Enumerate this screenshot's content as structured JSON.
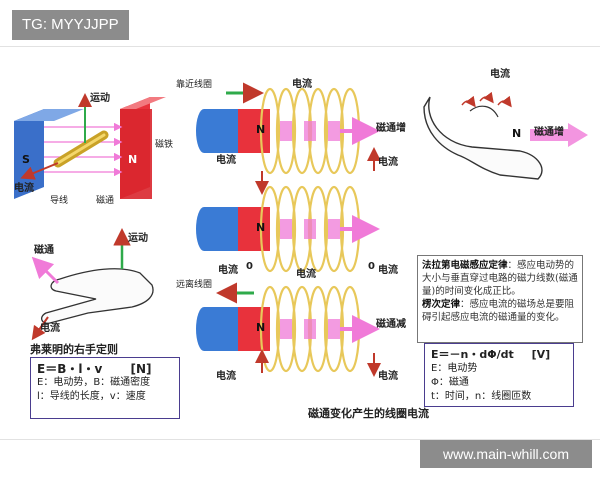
{
  "watermarks": {
    "top": "TG: MYYJJPP",
    "bottom": "www.main-whill.com"
  },
  "colors": {
    "coil": "#e8c85a",
    "magnet_red": "#e8323c",
    "magnet_blue": "#3a7bd5",
    "arrow_red": "#c0392b",
    "arrow_green": "#2eaa4a",
    "flux_pink": "#f07ad8",
    "box_border": "#4a3d8f"
  },
  "generator": {
    "motion": "运动",
    "pole_s": "S",
    "pole_n": "N",
    "magnet": "磁铁",
    "current": "电流",
    "wire": "导线",
    "flux": "磁通"
  },
  "right_hand_rule": {
    "motion": "运动",
    "flux": "磁通",
    "current": "电流",
    "title": "弗莱明的右手定则",
    "formula": "E＝B・l・v",
    "unit": "[N]",
    "line1": "E：电动势，B：磁通密度",
    "line2": "l：导线的长度，v：速度"
  },
  "coils": {
    "approach": "靠近线圈",
    "away": "远离线圈",
    "current": "电流",
    "zero": "0",
    "flux_increase": "磁通增",
    "flux_decrease": "磁通减",
    "pole_n": "N",
    "caption": "磁通变化产生的线圈电流"
  },
  "hand_top": {
    "current": "电流",
    "flux_increase": "磁通增",
    "pole_n": "N"
  },
  "faraday": {
    "title": "法拉第电磁感应定律",
    "text": "：感应电动势的大小与垂直穿过电路的磁力线数(磁通量)的时间变化成正比。",
    "lenz_title": "楞次定律",
    "lenz_text": "：感应电流的磁场总是要阻碍引起感应电流的磁通量的变化。"
  },
  "formula_box": {
    "formula": "E＝－n・dΦ/dt",
    "unit": "[V]",
    "line1": "E：电动势",
    "line2": "Φ：磁通",
    "line3": "t：时间，n：线圈匝数"
  }
}
